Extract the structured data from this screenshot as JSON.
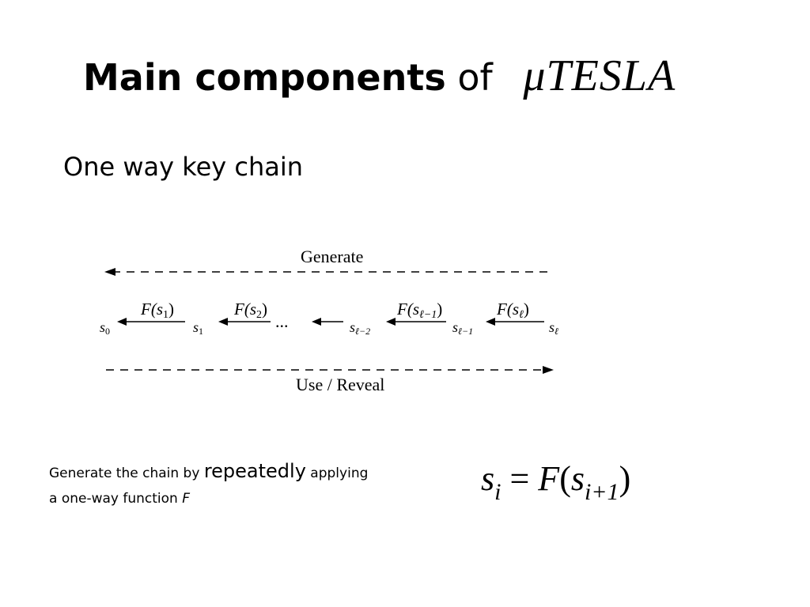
{
  "title": {
    "bold": "Main components",
    "normal": "of",
    "math": "μTESLA"
  },
  "subtitle": "One way key chain",
  "diagram": {
    "generate_label": "Generate",
    "reveal_label": "Use / Reveal",
    "functions": [
      "F(s",
      "1",
      ")",
      "F(s",
      "2",
      ")",
      "F(s",
      "ℓ−1",
      ")",
      "F(s",
      "ℓ",
      ")"
    ],
    "nodes": [
      {
        "base": "s",
        "sub": "0"
      },
      {
        "base": "s",
        "sub": "1"
      },
      {
        "base": "s",
        "sub": "ℓ−2"
      },
      {
        "base": "s",
        "sub": "ℓ−1"
      },
      {
        "base": "s",
        "sub": "ℓ"
      }
    ],
    "ellipsis": "..."
  },
  "caption": {
    "part1": "Generate the chain by ",
    "emph": "repeatedly",
    "part2": " applying",
    "line2": "a one-way function ",
    "fn": "F"
  },
  "formula": {
    "lhs": "s",
    "lhs_sub": "i",
    "eq": " = ",
    "fn": "F",
    "open": "(",
    "arg": "s",
    "arg_sub": "i+1",
    "close": ")"
  }
}
